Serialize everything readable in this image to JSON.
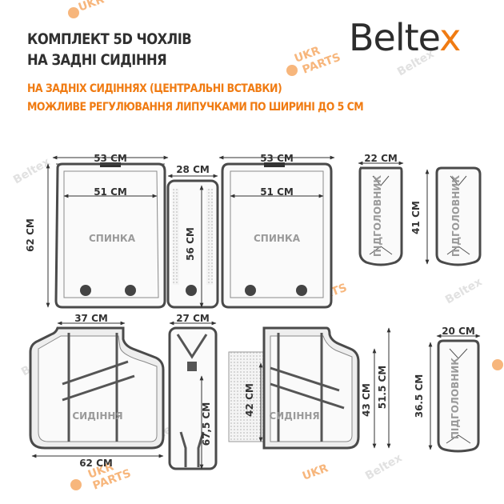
{
  "header": {
    "title_line1": "КОМПЛЕКТ 5D ЧОХЛІВ",
    "title_line2": "НА ЗАДНІ СИДІННЯ",
    "note_line1": "НА ЗАДНІХ СИДІННЯХ (ЦЕНТРАЛЬНІ ВСТАВКИ)",
    "note_line2": "МОЖЛИВЕ РЕГУЛЮВАННЯ ЛИПУЧКАМИ ПО ШИРИНІ ДО 5 СМ"
  },
  "brand": {
    "logo_main": "Belte",
    "logo_accent": "x"
  },
  "watermarks": {
    "ukr": "UKR",
    "parts": "PARTS",
    "beltex": "Beltex"
  },
  "backrest_left": {
    "top_width": "53 СМ",
    "inner_width": "51 СМ",
    "height": "62 СМ",
    "label": "СПИНКА"
  },
  "backrest_center": {
    "width": "28 СМ",
    "height": "56 СМ"
  },
  "backrest_right": {
    "top_width": "53 СМ",
    "inner_width": "51 СМ",
    "label": "СПИНКА"
  },
  "headrest_left": {
    "width": "22 СМ",
    "height": "41 СМ",
    "label": "ПІДГОЛОВНИК"
  },
  "headrest_right": {
    "label": "ПІДГОЛОВНИК"
  },
  "headrest_small": {
    "width": "20 СМ",
    "height": "36.5 СМ",
    "label": "ПІДГОЛОВНИК"
  },
  "seat_left": {
    "top_width": "37 СМ",
    "bottom_width": "62 СМ",
    "label": "СИДІННЯ"
  },
  "seat_center": {
    "width": "27 СМ",
    "height": "67,5 СМ"
  },
  "seat_right": {
    "inner_height": "42 СМ",
    "height": "43 СМ",
    "outer_height": "51.5 СМ",
    "label": "СИДІННЯ"
  },
  "colors": {
    "accent": "#f07b12",
    "outline": "#4a4a4a",
    "fill": "#fafafa",
    "strap": "#555555"
  }
}
